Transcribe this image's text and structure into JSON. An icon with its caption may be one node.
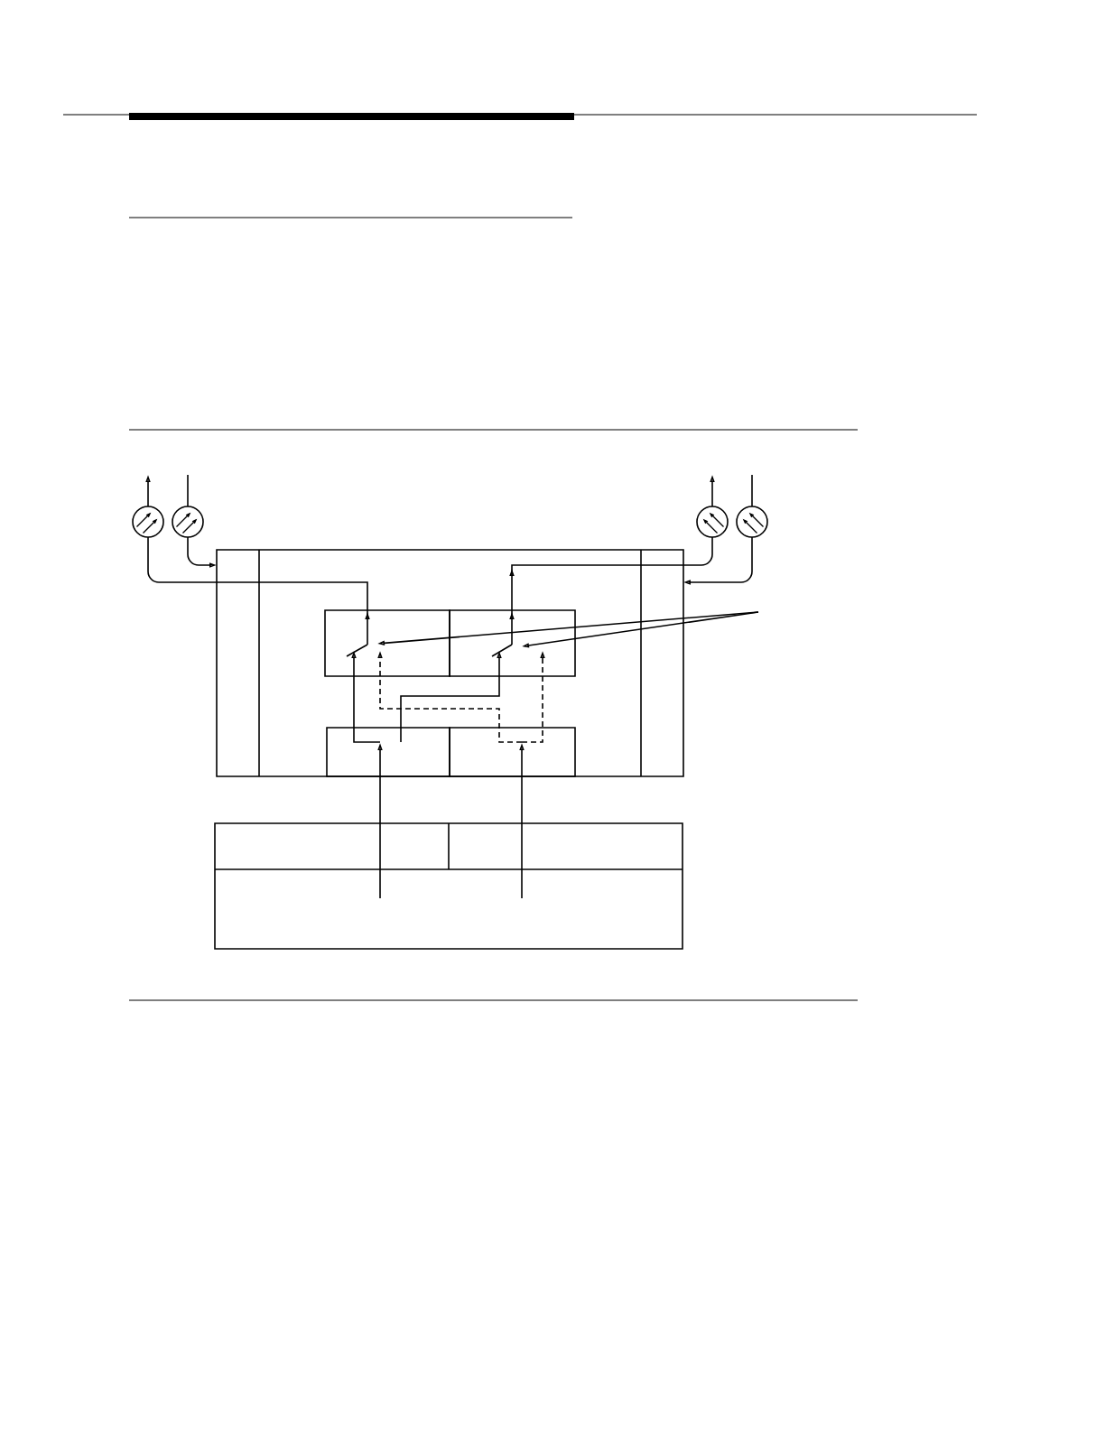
{
  "diagram": {
    "nodes": [
      {
        "text": [],
        "shape": "circle"
      },
      {
        "text": [],
        "shape": "circle"
      },
      {
        "text": [],
        "shape": "circle"
      },
      {
        "text": [],
        "shape": "circle"
      },
      {
        "text": [],
        "shape": "box"
      },
      {
        "text": [],
        "shape": "box",
        "in": 4
      },
      {
        "text": [],
        "shape": "box",
        "in": 4
      },
      {
        "text": [],
        "shape": "box",
        "in": 4
      },
      {
        "text": [],
        "shape": "box",
        "in": 4
      },
      {
        "text": [],
        "shape": "box"
      }
    ],
    "edges": [
      {
        "from": 0,
        "to": null,
        "arrow": "to"
      },
      {
        "from": null,
        "to": 1,
        "arrow": "none"
      },
      {
        "from": 2,
        "to": null,
        "arrow": "to"
      },
      {
        "from": null,
        "to": 3,
        "arrow": "none"
      },
      {
        "from": 1,
        "to": 4,
        "arrow": "to"
      },
      {
        "from": 3,
        "to": 4,
        "arrow": "to"
      },
      {
        "from": 5,
        "to": 0,
        "arrow": "to"
      },
      {
        "from": 6,
        "to": 2,
        "arrow": "to"
      },
      {
        "from": null,
        "to": 5,
        "arrow": "to"
      },
      {
        "from": null,
        "to": 6,
        "arrow": "to"
      },
      {
        "from": 7,
        "to": 5,
        "arrow": "to"
      },
      {
        "from": 7,
        "to": 6,
        "arrow": "to"
      },
      {
        "from": 8,
        "to": 5,
        "arrow": "to",
        "style": "dashed"
      },
      {
        "from": 8,
        "to": 6,
        "arrow": "to",
        "style": "dashed"
      },
      {
        "from": 9,
        "to": 7,
        "arrow": "to"
      },
      {
        "from": 9,
        "to": 8,
        "arrow": "to"
      }
    ]
  }
}
